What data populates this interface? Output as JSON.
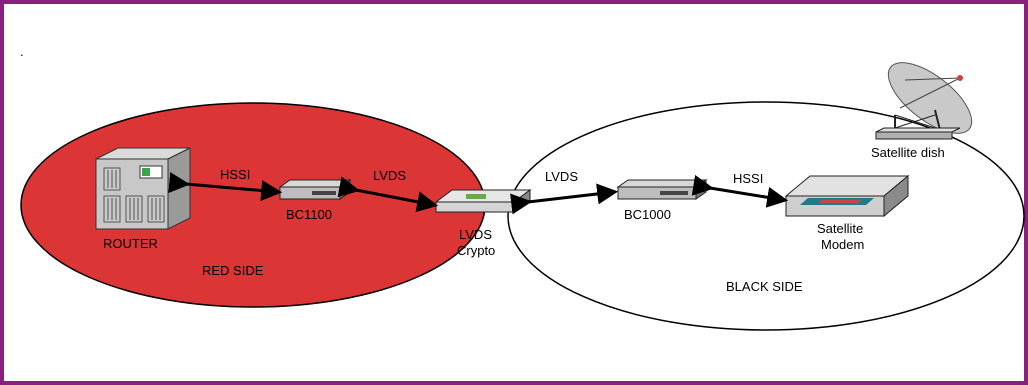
{
  "diagram": {
    "dot": ".",
    "zones": {
      "red": {
        "label": "RED SIDE",
        "color": "#dc3535"
      },
      "black": {
        "label": "BLACK SIDE",
        "color": "#ffffff"
      }
    },
    "devices": {
      "router": "ROUTER",
      "bc1100": "BC1100",
      "crypto_line1": "LVDS",
      "crypto_line2": "Crypto",
      "bc1000": "BC1000",
      "modem_line1": "Satellite",
      "modem_line2": "Modem",
      "dish": "Satellite dish"
    },
    "links": {
      "router_bc1100": "HSSI",
      "bc1100_crypto": "LVDS",
      "crypto_bc1000": "LVDS",
      "bc1000_modem": "HSSI"
    },
    "frame_color": "#8b1f7d"
  }
}
